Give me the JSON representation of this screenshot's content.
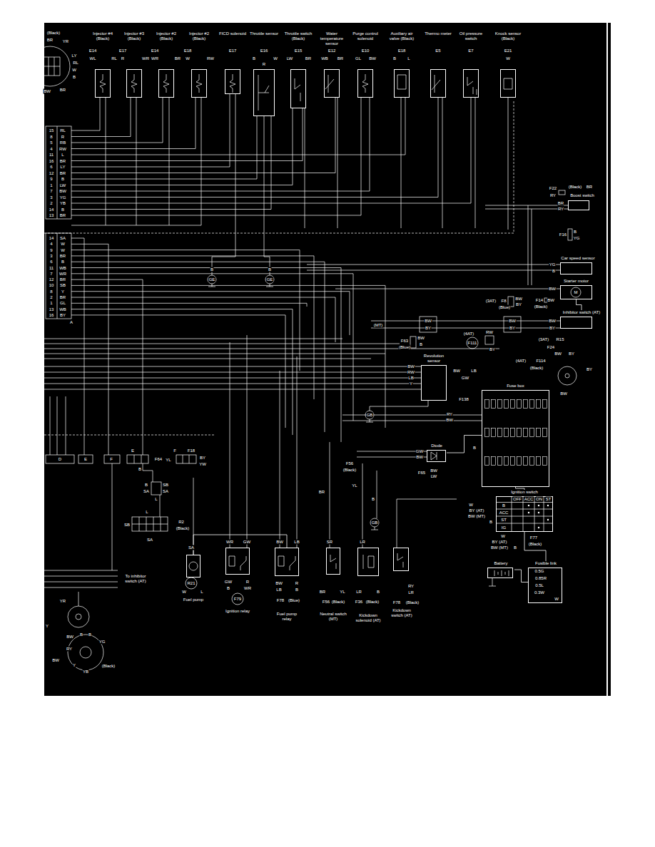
{
  "diagram": {
    "nodes": [
      {
        "text": [
          "Injector #4 (Black)"
        ]
      },
      {
        "text": [
          "Injector #3 (Black)"
        ]
      },
      {
        "text": [
          "Injector #2 (Black)"
        ]
      },
      {
        "text": [
          "Injector #2 (Black)"
        ]
      },
      {
        "text": [
          "FICD solenoid"
        ]
      },
      {
        "text": [
          "Throttle sensor"
        ]
      },
      {
        "text": [
          "Throttle switch (Black)"
        ]
      },
      {
        "text": [
          "Water temperature sensor"
        ]
      },
      {
        "text": [
          "Purge control solenoid"
        ]
      },
      {
        "text": [
          "Auxiliary air valve (Black)"
        ]
      },
      {
        "text": [
          "Thermo meter"
        ]
      },
      {
        "text": [
          "Oil pressure switch"
        ]
      },
      {
        "text": [
          "Knock sensor (Black)"
        ]
      },
      {
        "text": [
          "Boost switch"
        ]
      },
      {
        "text": [
          "Car speed sensor"
        ]
      },
      {
        "text": [
          "Starter motor"
        ]
      },
      {
        "text": [
          "Inhibitor switch (AT)"
        ]
      },
      {
        "text": [
          "Revolution sensor"
        ]
      },
      {
        "text": [
          "Fuse box"
        ]
      },
      {
        "text": [
          "Diode"
        ]
      },
      {
        "text": [
          "Ignition switch"
        ]
      },
      {
        "text": [
          "Battery"
        ]
      },
      {
        "text": [
          "Fusible link"
        ]
      },
      {
        "text": [
          "Fuel pump"
        ]
      },
      {
        "text": [
          "Ignition relay"
        ]
      },
      {
        "text": [
          "Fuel pump relay"
        ]
      },
      {
        "text": [
          "Neutral switch (MT)"
        ]
      },
      {
        "text": [
          "Kickdown solenoid (AT)"
        ]
      },
      {
        "text": [
          "Kickdown switch (AT)"
        ]
      }
    ],
    "edges": [
      {
        "from": 21,
        "to": 22,
        "arrow": "none"
      },
      {
        "from": 22,
        "to": 20,
        "arrow": "none"
      },
      {
        "from": 20,
        "to": 18,
        "arrow": "none"
      },
      {
        "from": 19,
        "to": 18,
        "arrow": "none"
      },
      {
        "from": 15,
        "to": 16,
        "arrow": "none"
      },
      {
        "from": 25,
        "to": 23,
        "arrow": "none"
      }
    ],
    "labels": [
      "(Black)",
      "BR",
      "YR",
      "LY",
      "RL",
      "W",
      "B",
      "BW",
      "BR",
      "15",
      "RL",
      "8",
      "R",
      "5",
      "RB",
      "4",
      "RW",
      "11",
      "L",
      "16",
      "BR",
      "6",
      "LY",
      "12",
      "BR",
      "9",
      "B",
      "1",
      "LW",
      "7",
      "BW",
      "3",
      "YG",
      "2",
      "YB",
      "14",
      "B",
      "13",
      "BR",
      "14",
      "SA",
      "4",
      "W",
      "9",
      "W",
      "3",
      "BR",
      "6",
      "B",
      "11",
      "WB",
      "7",
      "WR",
      "12",
      "BR",
      "10",
      "SB",
      "8",
      "Y",
      "2",
      "BR",
      "1",
      "GL",
      "13",
      "WB",
      "16",
      "BY",
      "A",
      "E14",
      "WL",
      "RL",
      "E17",
      "R",
      "WR",
      "E14",
      "WR",
      "BR",
      "E18",
      "W",
      "RW",
      "E17",
      "E16",
      "B",
      "W",
      "R",
      "E15",
      "LW",
      "BR",
      "E12",
      "WB",
      "BR",
      "E10",
      "GL",
      "BW",
      "E18",
      "B",
      "L",
      "E5",
      "E7",
      "E21",
      "W",
      "B",
      "GE",
      "B",
      "GE",
      "F22",
      "(Black)",
      "BR",
      "RY",
      "BR",
      "RY",
      "F16",
      "B",
      "YG",
      "YG",
      "B",
      "M",
      "BW",
      "(3AT)",
      "F8",
      "(Blue)",
      "BW",
      "BY",
      "F14",
      "BW",
      "(Black)",
      "BW",
      "BY",
      "(MT)",
      "BW",
      "BY",
      "BW",
      "BY",
      "(4AT)",
      "F111",
      "RW",
      "BY",
      "(3AT)",
      "R15",
      "F24",
      "BW",
      "BY",
      "(4AT)",
      "F114",
      "(Black)",
      "BY",
      "BW",
      "F63",
      "(Blue)",
      "BW",
      "B",
      "BW",
      "RW",
      "LB",
      "Y",
      "BW",
      "LB",
      "GW",
      "F138",
      "GB",
      "RY",
      "BW",
      "B",
      "GW",
      "BW",
      "F65",
      "BW",
      "LW",
      "W",
      "BY (AT)",
      "BW (MT)",
      "B",
      "OFF",
      "ACC",
      "ON",
      "ST",
      "B",
      "ACC",
      "ST",
      "IG",
      "W",
      "BY (AT)",
      "BW (MT)",
      "B",
      "F77",
      "(Black)",
      "0.5G",
      "0.85R",
      "0.5L",
      "0.3W",
      "W",
      "D",
      "E",
      "F",
      "E",
      "F64",
      "B",
      "F",
      "F18",
      "YL",
      "BY",
      "YW",
      "B",
      "SB",
      "SA",
      "SA",
      "L",
      "L",
      "SB",
      "SA",
      "R2",
      "(Black)",
      "SA",
      "R21",
      "W",
      "L",
      "To inhibitor switch (AT)",
      "WR",
      "GW",
      "GW",
      "R",
      "B",
      "WR",
      "F79",
      "BW",
      "LB",
      "BW",
      "R",
      "LB",
      "B",
      "F78",
      "(Blue)",
      "SR",
      "BR",
      "YL",
      "F56",
      "(Black)",
      "LR",
      "LR",
      "B",
      "F36",
      "(Black)",
      "RY",
      "LR",
      "F78",
      "(Black)",
      "F56",
      "(Black)",
      "YL",
      "BR",
      "B",
      "GB",
      "YR",
      "Y",
      "BW",
      "B",
      "B",
      "YG",
      "RY",
      "Y",
      "YB",
      "BW",
      "(Black)"
    ]
  }
}
